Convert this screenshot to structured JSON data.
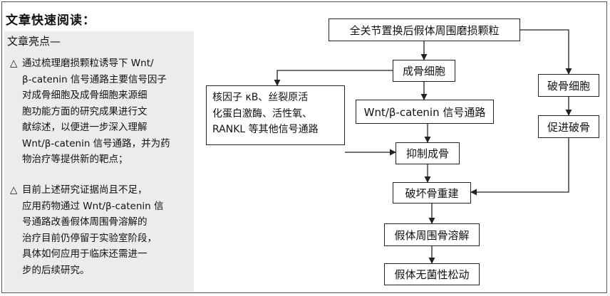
{
  "heading": "文章快速阅读：",
  "highlights": {
    "title": "文章亮点—",
    "marker": "△",
    "item1": [
      "通过梳理磨损颗粒诱导下 Wnt/",
      "β-catenin 信号通路主要信号因子",
      "对成骨细胞及成骨细胞来源细",
      "胞功能方面的研究成果进行文",
      "献综述，以便进一步深入理解",
      "Wnt/β-catenin 信号通路，并为药",
      "物治疗等提供新的靶点；"
    ],
    "item2": [
      "目前上述研究证据尚且不足，",
      "应用药物通过 Wnt/β-catenin 信",
      "号通路改善假体周围骨溶解的",
      "治疗目前仍停留于实验室阶段，",
      "具体如何应用于临床还需进一",
      "步的后续研究。"
    ]
  },
  "flowchart": {
    "top": "全关节置换后假体周围磨损颗粒",
    "osteoblast": "成骨细胞",
    "factors": [
      "核因子 κB、丝裂原活",
      "化蛋白激酶、活性氧、",
      "RANKL 等其他信号通路"
    ],
    "wnt": "Wnt/β-catenin 信号通路",
    "osteoclast": "破骨细胞",
    "promote": "促进破骨",
    "inhibit": "抑制成骨",
    "destroy": "破坏骨重建",
    "osteolysis": "假体周围骨溶解",
    "loosening": "假体无菌性松动"
  }
}
